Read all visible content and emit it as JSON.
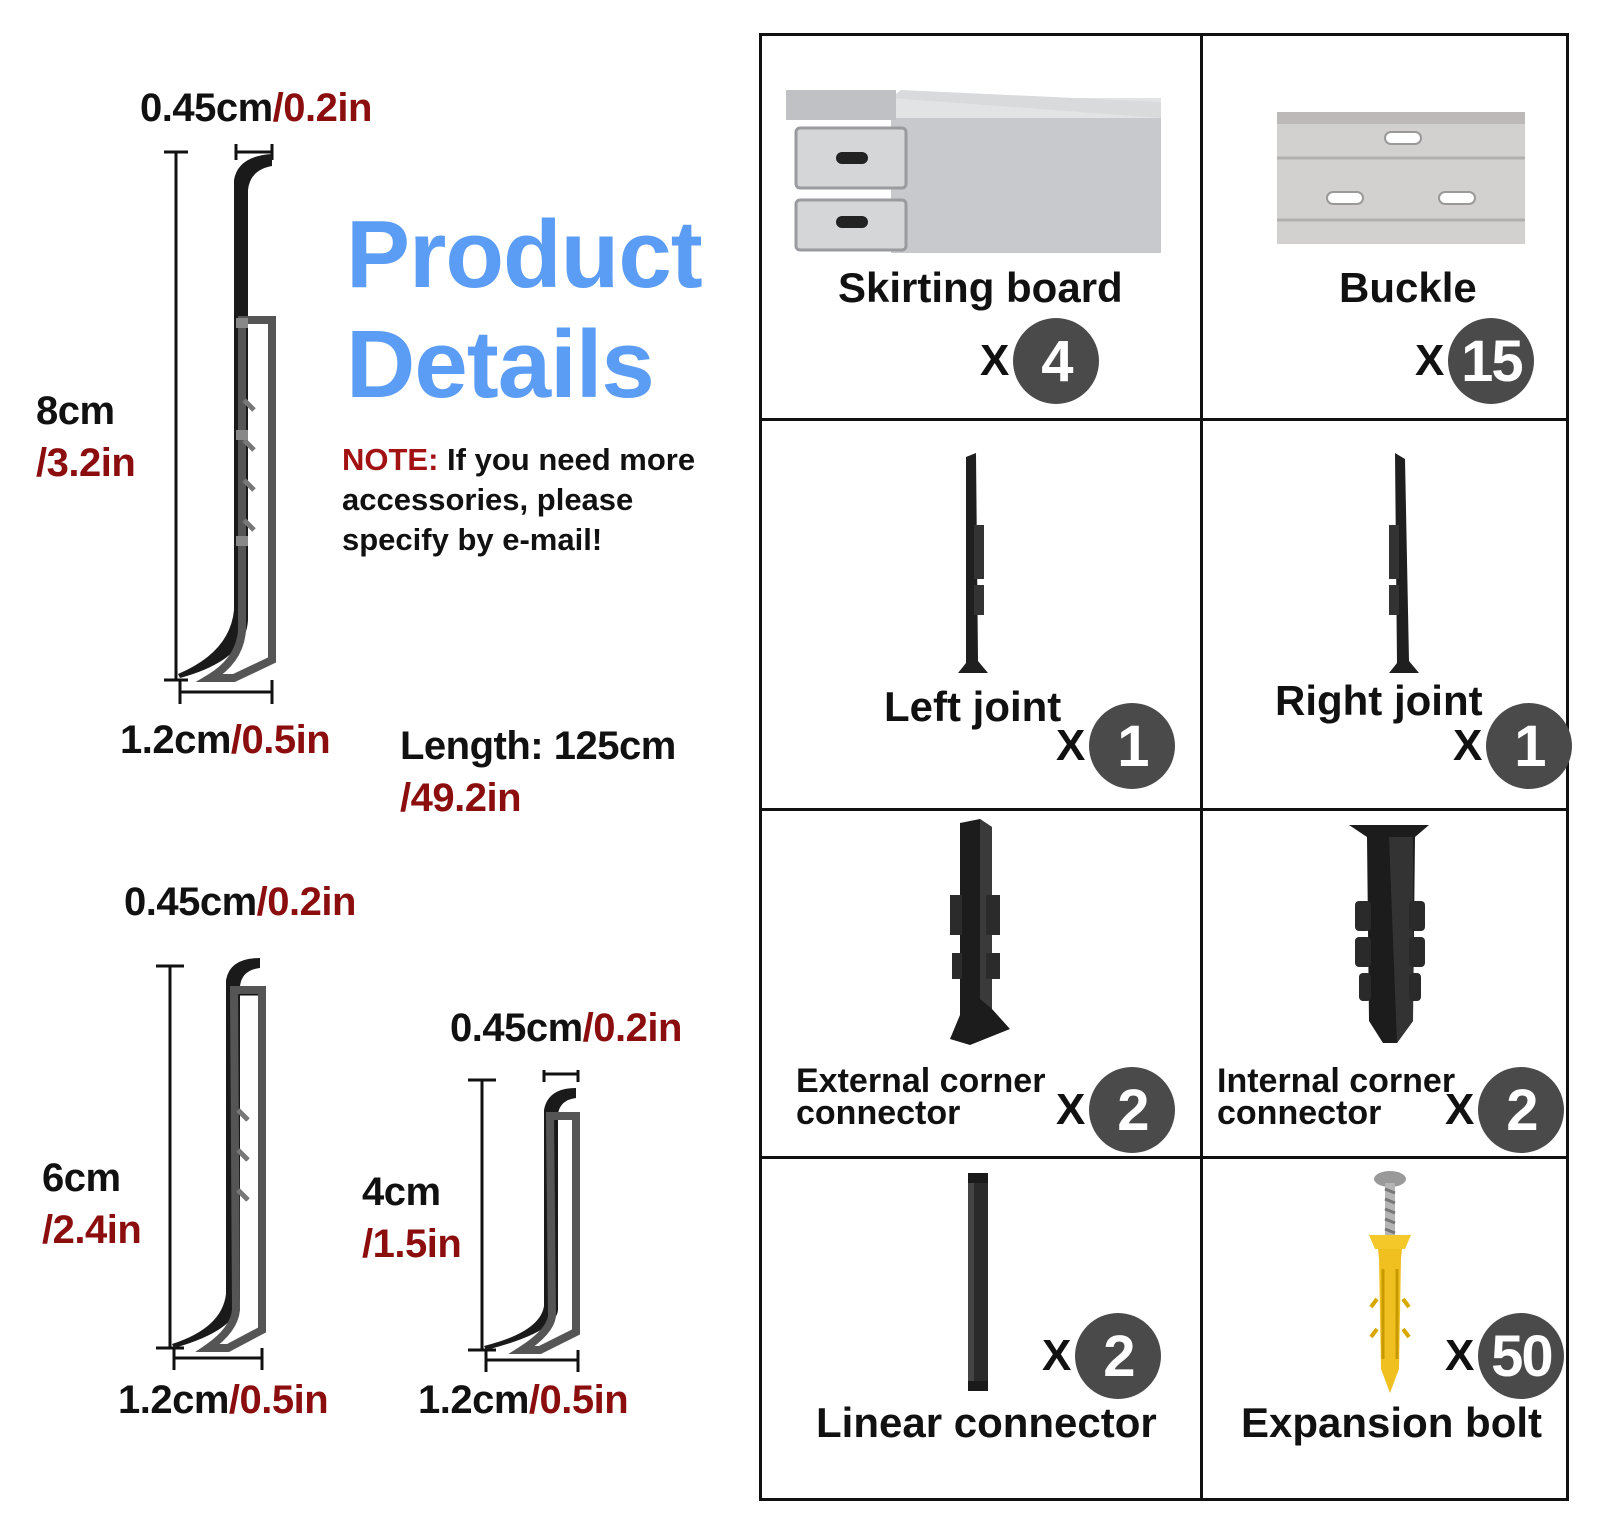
{
  "title": {
    "line1": "Product",
    "line2": "Details"
  },
  "note": {
    "label": "NOTE:",
    "text": " If you need more accessories, please specify by e-mail!"
  },
  "length": {
    "label": "Length: 125cm",
    "inch": "/49.2in"
  },
  "profiles": [
    {
      "top_cm": "0.45cm",
      "top_in": "/0.2in",
      "height_cm": "8cm",
      "height_in": "/3.2in",
      "base_cm": "1.2cm",
      "base_in": "/0.5in"
    },
    {
      "top_cm": "0.45cm",
      "top_in": "/0.2in",
      "height_cm": "6cm",
      "height_in": "/2.4in",
      "base_cm": "1.2cm",
      "base_in": "/0.5in"
    },
    {
      "top_cm": "0.45cm",
      "top_in": "/0.2in",
      "height_cm": "4cm",
      "height_in": "/1.5in",
      "base_cm": "1.2cm",
      "base_in": "/0.5in"
    }
  ],
  "parts": [
    {
      "name": "Skirting board",
      "x": "X",
      "qty": "4"
    },
    {
      "name": "Buckle",
      "x": "X",
      "qty": "15"
    },
    {
      "name": "Left joint",
      "x": "X",
      "qty": "1"
    },
    {
      "name": "Right joint",
      "x": "X",
      "qty": "1"
    },
    {
      "name_line1": "External corner",
      "name_line2": "connector",
      "x": "X",
      "qty": "2"
    },
    {
      "name_line1": "Internal corner",
      "name_line2": "connector",
      "x": "X",
      "qty": "2"
    },
    {
      "name": "Linear connector",
      "x": "X",
      "qty": "2"
    },
    {
      "name": "Expansion bolt",
      "x": "X",
      "qty": "50"
    }
  ],
  "colors": {
    "title_blue": "#5b9cf4",
    "dim_red": "#8b0d0d",
    "badge": "#4a4a4a"
  }
}
